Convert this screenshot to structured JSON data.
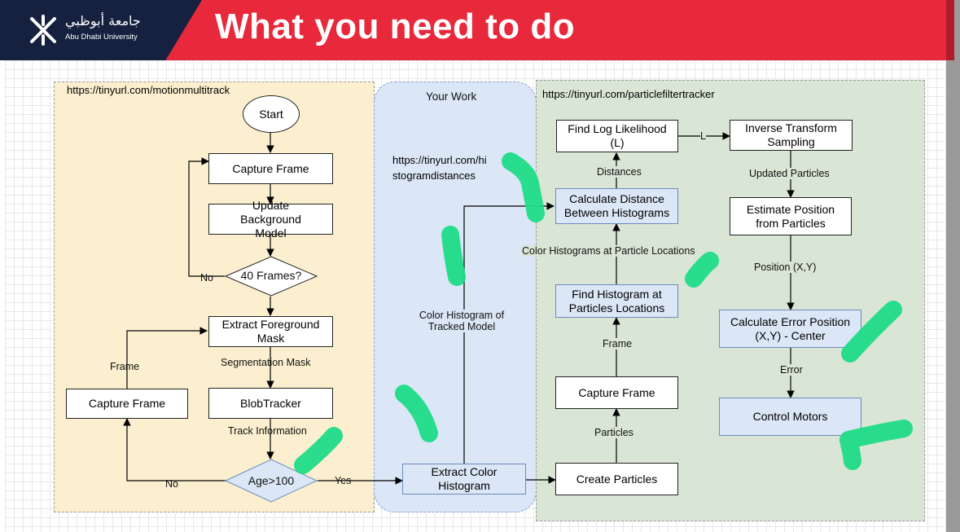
{
  "header": {
    "logo_arabic": "جامعة أبوظبي",
    "logo_english": "Abu Dhabi University",
    "title": "What you need to do",
    "colors": {
      "navy": "#15213f",
      "red": "#e8283b"
    }
  },
  "left_section": {
    "url": "https://tinyurl.com/motionmultitrack",
    "start": "Start",
    "capture_frame": "Capture Frame",
    "update_background": "Update Background Model",
    "frames_decision": "40 Frames?",
    "no_label_loop": "No",
    "extract_foreground": "Extract Foreground Mask",
    "segmentation_mask": "Segmentation Mask",
    "blob_tracker": "BlobTracker",
    "track_information": "Track Information",
    "age_decision": "Age>100",
    "no_label_age": "No",
    "yes_label": "Yes",
    "capture_frame_side": "Capture Frame",
    "frame_label": "Frame"
  },
  "middle_section": {
    "title": "Your Work",
    "url_line1": "https://tinyurl.com/hi",
    "url_line2": "stogramdistances",
    "color_histogram_label": "Color Histogram of Tracked Model",
    "extract_color_histogram": "Extract Color Histogram"
  },
  "right_section": {
    "url": "https://tinyurl.com/particlefiltertracker",
    "find_log_likelihood": "Find Log Likelihood (L)",
    "l_label": "L",
    "inverse_transform": "Inverse Transform Sampling",
    "distances_label": "Distances",
    "updated_particles_label": "Updated Particles",
    "calculate_distance": "Calculate Distance Between Histograms",
    "estimate_position": "Estimate Position from Particles",
    "color_histograms_label": "Color Histograms at Particle Locations",
    "position_label": "Position (X,Y)",
    "find_histogram": "Find Histogram at Particles Locations",
    "calculate_error": "Calculate Error Position (X,Y) - Center",
    "frame_label": "Frame",
    "error_label": "Error",
    "capture_frame": "Capture Frame",
    "control_motors": "Control Motors",
    "particles_label": "Particles",
    "create_particles": "Create Particles"
  }
}
